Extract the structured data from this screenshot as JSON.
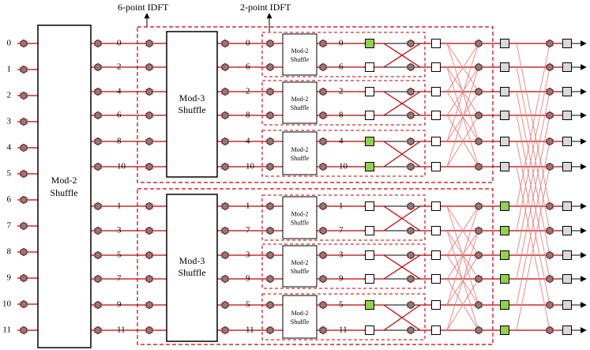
{
  "headers": {
    "six_point": "6-point IDFT",
    "two_point": "2-point IDFT"
  },
  "blocks": {
    "mod2_main": [
      "Mod-2",
      "Shuffle"
    ],
    "mod3_top": [
      "Mod-3",
      "Shuffle"
    ],
    "mod3_bottom": [
      "Mod-3",
      "Shuffle"
    ],
    "mod2_small": [
      "Mod-2",
      "Shuffle"
    ]
  },
  "input_labels": [
    "0",
    "1",
    "2",
    "3",
    "4",
    "5",
    "6",
    "7",
    "8",
    "9",
    "10",
    "11"
  ],
  "after_mod2_labels": [
    "0",
    "2",
    "4",
    "6",
    "8",
    "10",
    "1",
    "3",
    "5",
    "7",
    "9",
    "11"
  ],
  "after_mod3_labels": [
    "0",
    "6",
    "2",
    "8",
    "4",
    "10",
    "1",
    "7",
    "3",
    "9",
    "5",
    "11"
  ],
  "two_point_labels": [
    "0",
    "6",
    "2",
    "8",
    "4",
    "10",
    "1",
    "7",
    "3",
    "9",
    "5",
    "11"
  ],
  "colors": {
    "red_line": "#c00000",
    "light_red": "#e88080",
    "node_fill": "#808080",
    "node_stroke": "#8b0000",
    "green_box": "#92d050",
    "grey_box": "#d9d9d9",
    "dashed": "#c00000"
  },
  "green_stage1_rows": [
    0,
    4,
    5,
    10
  ],
  "green_stage3_rows": [
    6,
    7,
    8,
    9,
    10,
    11
  ],
  "green_stage3_extra_rows": [],
  "grey_stage3_rows": [
    0,
    1,
    2,
    3,
    4,
    5
  ]
}
